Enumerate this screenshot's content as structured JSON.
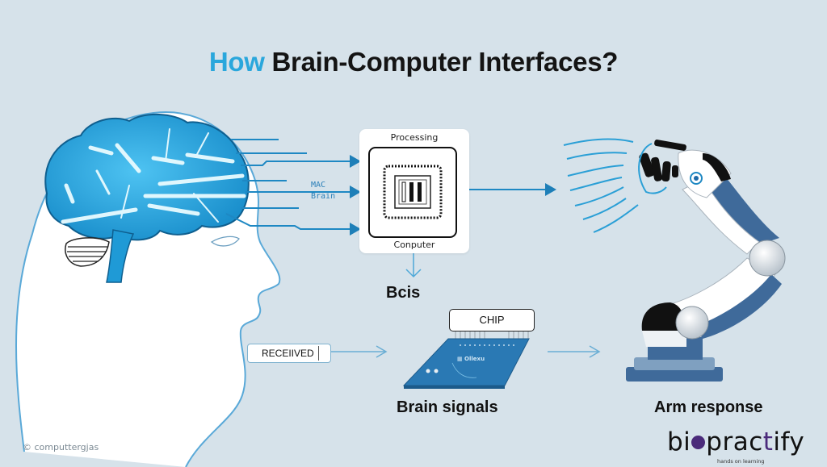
{
  "title": {
    "accent": "How",
    "rest": " Brain-Computer Interfaces?"
  },
  "processing_unit": {
    "top_label": "Processing",
    "bottom_label": "Conputer",
    "input_labels": [
      "MAC",
      "Brain"
    ]
  },
  "bcis_label": "Bcis",
  "received_box": {
    "label": "RECEIIVED"
  },
  "chip": {
    "label": "CHIP"
  },
  "captions": {
    "left": "Brain signals",
    "right": "Arm response"
  },
  "footer": {
    "copyright": "© computtergjas",
    "brand_prefix": "bi",
    "brand_middle": "prac",
    "brand_t": "t",
    "brand_suffix": "ify",
    "tagline": "hands on learning"
  },
  "colors": {
    "background": "#d6e2ea",
    "accent_blue": "#2aa7dc",
    "brain_blue": "#1f9ad6",
    "arm_blue": "#3f6a9a",
    "brand_purple": "#4a2a7a"
  },
  "icons": {
    "head": "head-profile-icon",
    "brain": "brain-icon",
    "processor": "processor-chip-icon",
    "circuit_board": "circuit-board-icon",
    "robotic_arm": "robotic-arm-icon"
  }
}
